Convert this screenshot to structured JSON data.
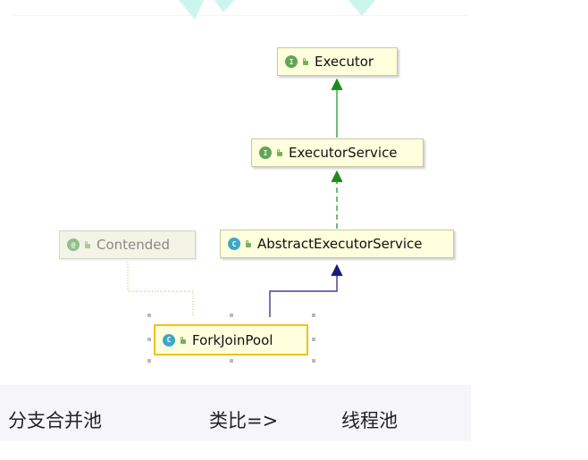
{
  "diagram": {
    "nodes": {
      "executor": {
        "label": "Executor",
        "kind": "interface",
        "badge": "I"
      },
      "executor_service": {
        "label": "ExecutorService",
        "kind": "interface",
        "badge": "I"
      },
      "abstract_executor_service": {
        "label": "AbstractExecutorService",
        "kind": "abstract-class",
        "badge": "C"
      },
      "contended": {
        "label": "Contended",
        "kind": "annotation",
        "badge": "@"
      },
      "fork_join_pool": {
        "label": "ForkJoinPool",
        "kind": "class",
        "badge": "C",
        "selected": true
      }
    },
    "edges": [
      {
        "from": "executor_service",
        "to": "executor",
        "style": "solid-green",
        "meaning": "extends"
      },
      {
        "from": "abstract_executor_service",
        "to": "executor_service",
        "style": "dashed-green",
        "meaning": "implements"
      },
      {
        "from": "fork_join_pool",
        "to": "abstract_executor_service",
        "style": "solid-navy",
        "meaning": "extends"
      },
      {
        "from": "contended",
        "to": "fork_join_pool",
        "style": "dotted-yellow",
        "meaning": "annotation"
      }
    ],
    "colors": {
      "interface_arrow": "#1d8a1d",
      "class_arrow": "#1a1a7a",
      "annotation_link": "#d8c27a",
      "node_fill": "#ffffdd",
      "selected_border": "#f0c020"
    }
  },
  "caption": {
    "left": "分支合并池",
    "middle": "类比=>",
    "right": "线程池"
  }
}
